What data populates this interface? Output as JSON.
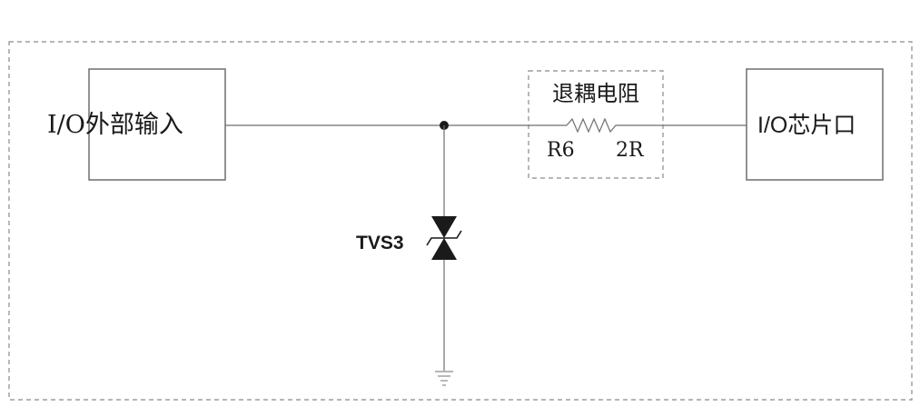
{
  "input_block": {
    "label": "I/O外部输入"
  },
  "decoupling": {
    "title": "退耦电阻",
    "designator": "R6",
    "value": "2R"
  },
  "output_block": {
    "label": "I/O芯片口"
  },
  "tvs": {
    "label": "TVS3"
  },
  "colors": {
    "line": "#6e6e6e",
    "border": "#7a7a7a",
    "text": "#1a1a1a",
    "fill": "#1a1a1a"
  }
}
